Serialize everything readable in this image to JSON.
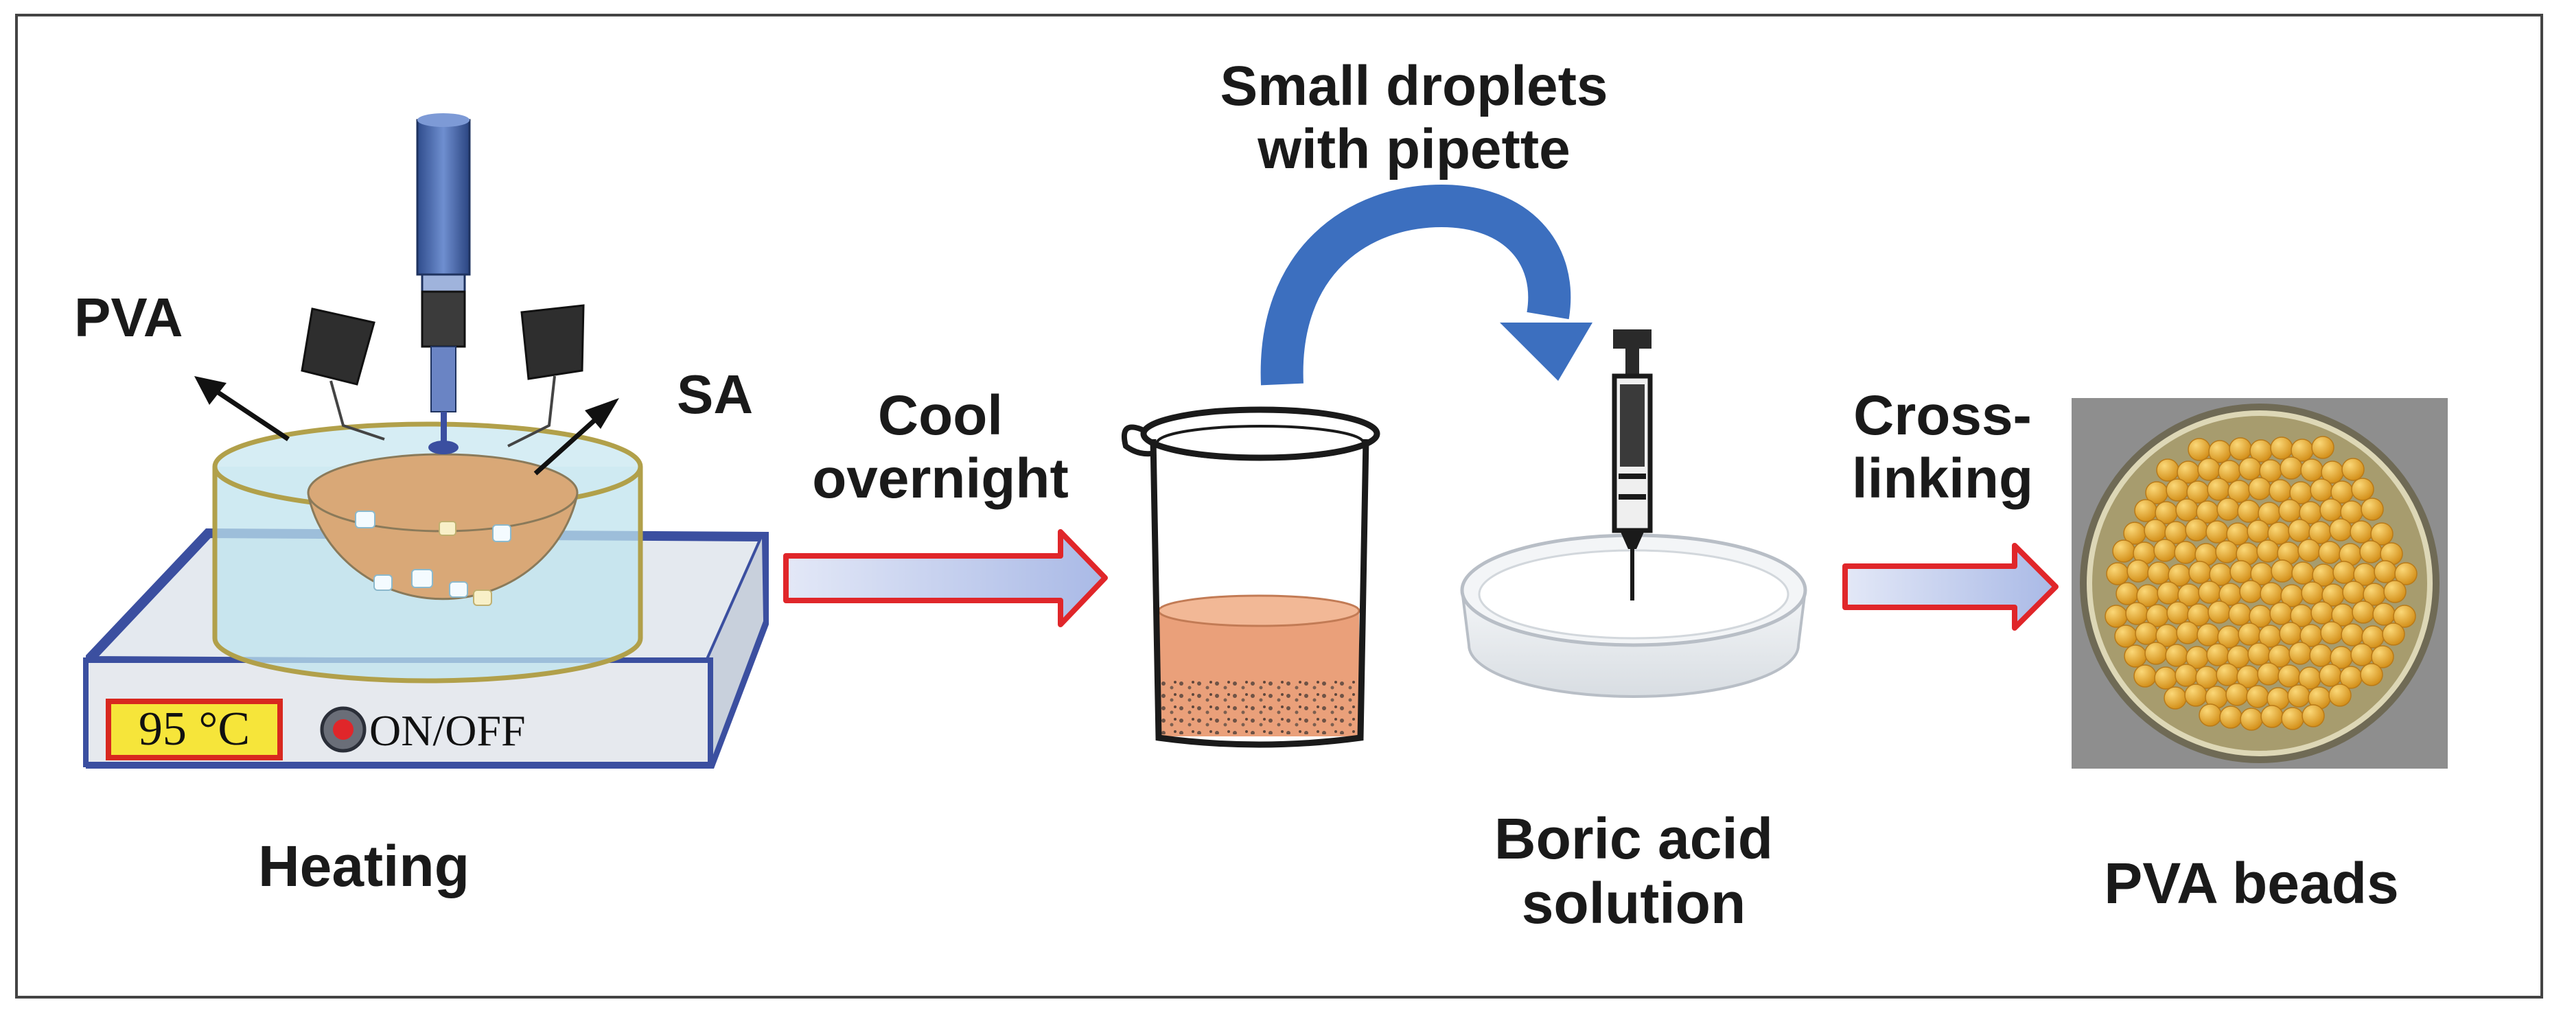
{
  "labels": {
    "pva_top": "PVA",
    "sa": "SA",
    "cool_line1": "Cool",
    "cool_line2": "overnight",
    "droplets_line1": "Small droplets",
    "droplets_line2": "with pipette",
    "cross_line1": "Cross-",
    "cross_line2": "linking",
    "heating": "Heating",
    "boric_line1": "Boric acid",
    "boric_line2": "solution",
    "beads": "PVA beads"
  },
  "hotplate": {
    "temperature": "95 °C",
    "power": "ON/OFF"
  },
  "colors": {
    "arrow_fill": "#c9d4ef",
    "arrow_outline": "#e0262a",
    "curved_arrow": "#3c6fbf",
    "beaker_liquid": "#eaa07a",
    "plate_top": "#dfe6ee",
    "plate_border": "#3b4fa0",
    "temp_display": "#f6e53a",
    "beads": "#e8ab2c"
  }
}
